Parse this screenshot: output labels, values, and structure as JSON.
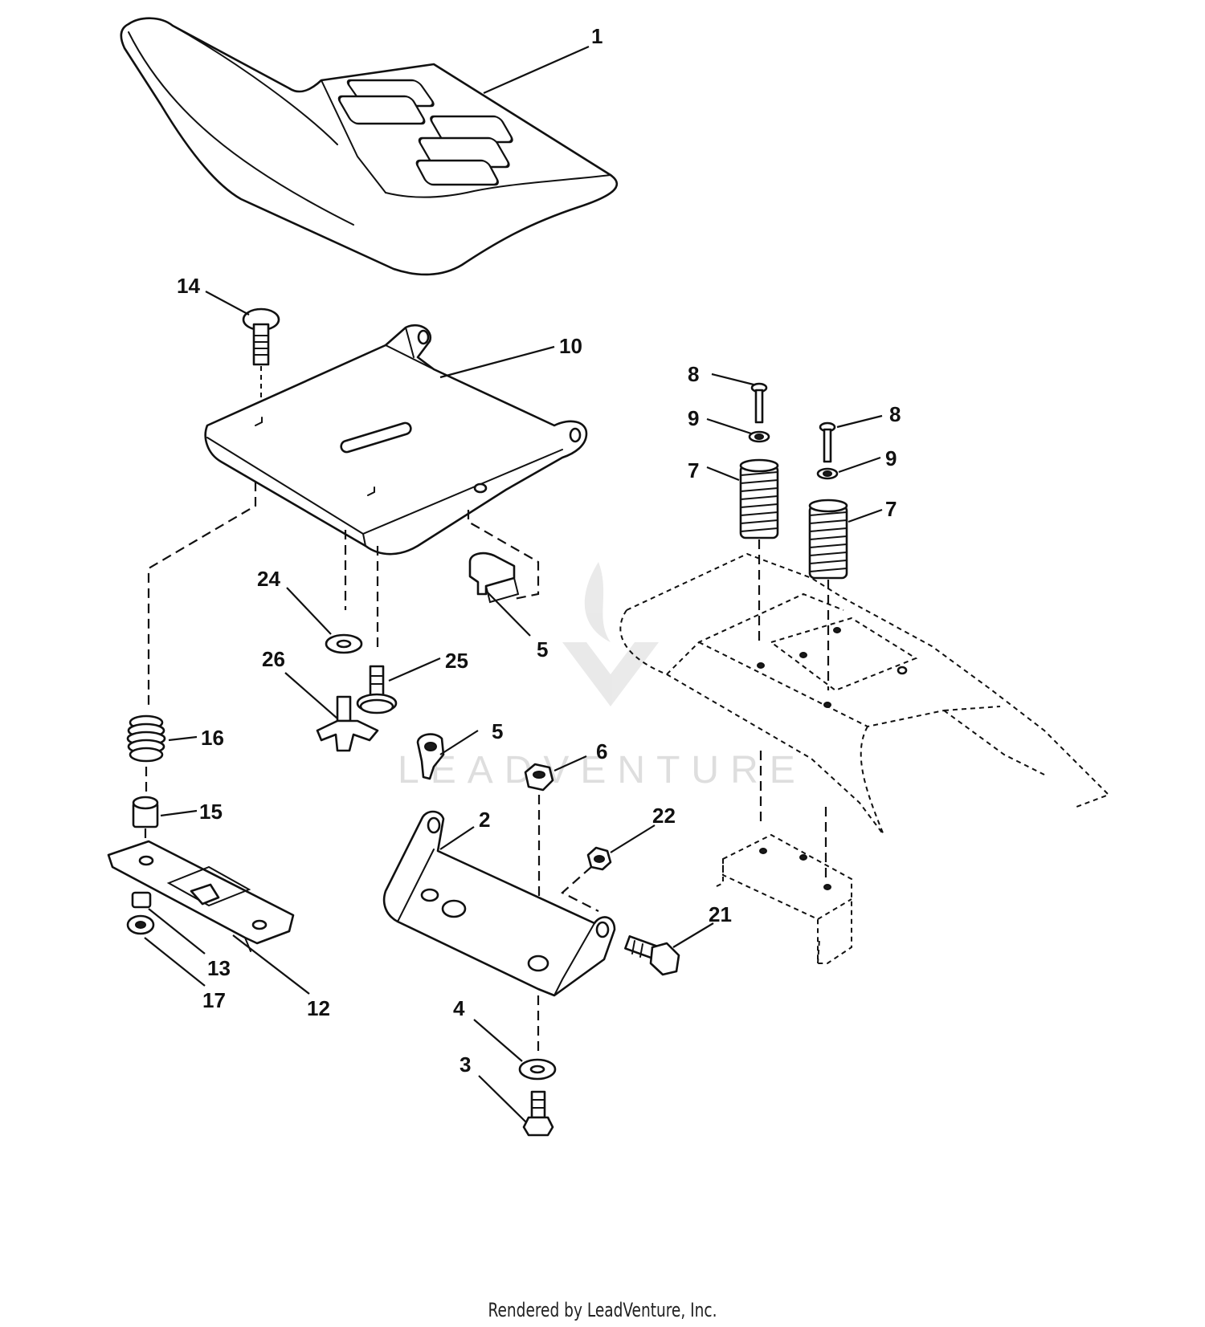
{
  "diagram": {
    "callouts": [
      {
        "id": "1",
        "label": "1"
      },
      {
        "id": "2",
        "label": "2"
      },
      {
        "id": "3",
        "label": "3"
      },
      {
        "id": "4",
        "label": "4"
      },
      {
        "id": "5a",
        "label": "5"
      },
      {
        "id": "5b",
        "label": "5"
      },
      {
        "id": "6",
        "label": "6"
      },
      {
        "id": "7a",
        "label": "7"
      },
      {
        "id": "7b",
        "label": "7"
      },
      {
        "id": "8a",
        "label": "8"
      },
      {
        "id": "8b",
        "label": "8"
      },
      {
        "id": "9a",
        "label": "9"
      },
      {
        "id": "9b",
        "label": "9"
      },
      {
        "id": "10",
        "label": "10"
      },
      {
        "id": "12",
        "label": "12"
      },
      {
        "id": "13",
        "label": "13"
      },
      {
        "id": "14",
        "label": "14"
      },
      {
        "id": "15",
        "label": "15"
      },
      {
        "id": "16",
        "label": "16"
      },
      {
        "id": "17",
        "label": "17"
      },
      {
        "id": "21",
        "label": "21"
      },
      {
        "id": "22",
        "label": "22"
      },
      {
        "id": "24",
        "label": "24"
      },
      {
        "id": "25",
        "label": "25"
      },
      {
        "id": "26",
        "label": "26"
      }
    ]
  },
  "watermark": {
    "brand": "LEADVENTURE"
  },
  "footer": {
    "credit": "Rendered by LeadVenture, Inc."
  }
}
